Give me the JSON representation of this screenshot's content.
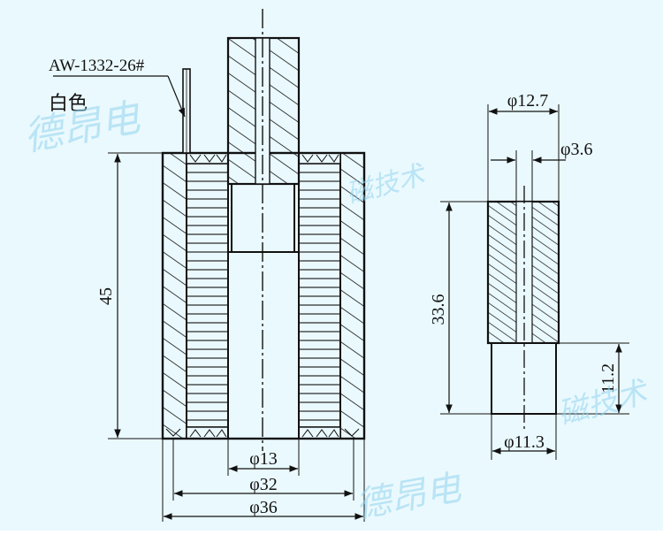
{
  "labels": {
    "part_number": "AW-1332-26#",
    "wire_color": "白色"
  },
  "dimensions": {
    "body_height": "45",
    "bore_dia": "φ13",
    "coil_dia": "φ32",
    "outer_dia": "φ36",
    "plunger_dia": "φ12.7",
    "shaft_dia": "φ3.6",
    "plunger_length": "33.6",
    "tip_length": "11.2",
    "tip_dia": "φ11.3"
  },
  "watermarks": {
    "top_left": "德昂电",
    "top_mid": "磁技术",
    "right": "磁技术",
    "bottom": "德昂电"
  },
  "colors": {
    "background": "#eaf9fd",
    "line": "#111111",
    "watermark": "#8fd3ee"
  }
}
